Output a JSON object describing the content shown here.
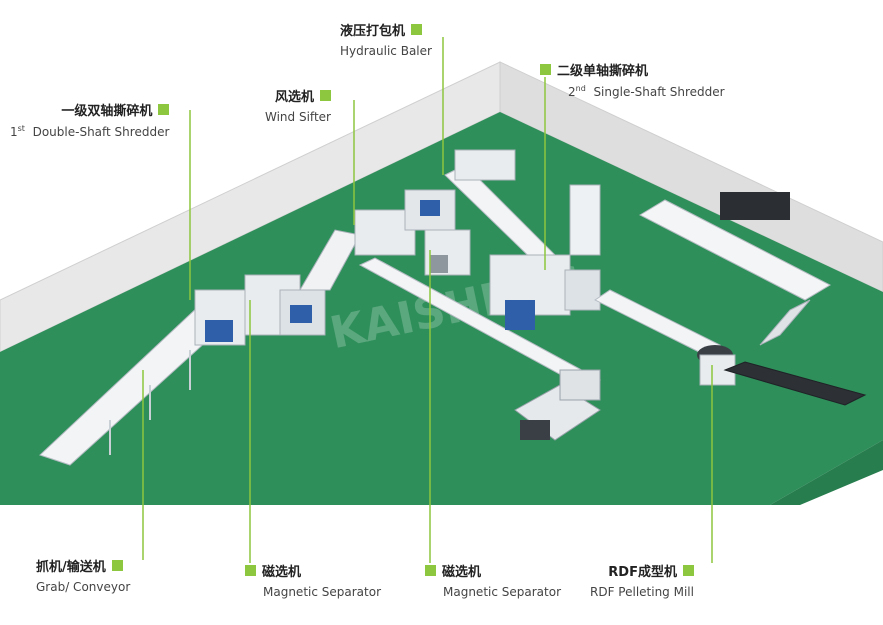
{
  "colors": {
    "accent": "#8dc63f",
    "floor": "#2e8f5a",
    "wall": "#e6e6e6",
    "machine": "#e9ecef",
    "motor": "#2f5fa8"
  },
  "watermark": "KAISHENG",
  "labels": {
    "baler": {
      "zh": "液压打包机",
      "en": "Hydraulic Baler"
    },
    "sifter": {
      "zh": "风选机",
      "en": "Wind Sifter"
    },
    "primary": {
      "zh": "一级双轴撕碎机",
      "ord": "1",
      "ord_sup": "st",
      "en": "Double-Shaft Shredder"
    },
    "secondary": {
      "zh": "二级单轴撕碎机",
      "ord": "2",
      "ord_sup": "nd",
      "en": "Single-Shaft Shredder"
    },
    "conveyor": {
      "zh": "抓机/输送机",
      "en": "Grab/ Conveyor"
    },
    "magnetic1": {
      "zh": "磁选机",
      "en": "Magnetic Separator"
    },
    "magnetic2": {
      "zh": "磁选机",
      "en": "Magnetic Separator"
    },
    "rdf": {
      "zh": "RDF成型机",
      "en": "RDF Pelleting Mill"
    }
  }
}
